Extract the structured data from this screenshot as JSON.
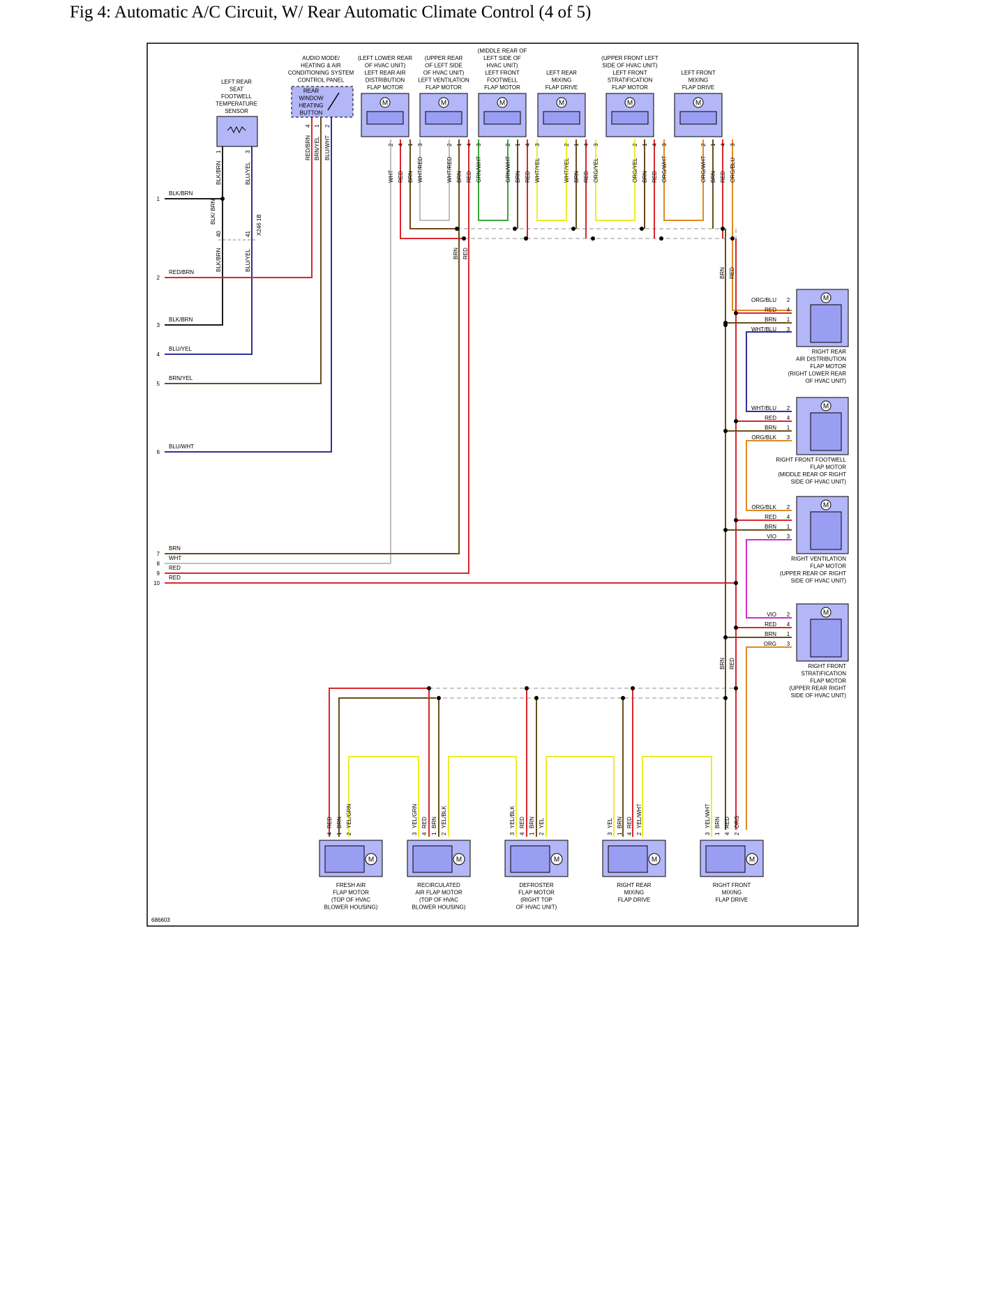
{
  "title": "Fig 4: Automatic A/C Circuit, W/ Rear Automatic Climate Control (4 of 5)",
  "figure_id": "686603",
  "connector": {
    "label": "X246 1B",
    "pins": [
      "40",
      "41"
    ]
  },
  "colors": {
    "RED": "#d8262b",
    "BRN": "#6b4c1a",
    "WHT": "#bdbdbd",
    "YEL": "#eded2a",
    "BLU": "#2f2f9a",
    "GRN": "#3aa63a",
    "ORG": "#e08a1e",
    "VIO": "#d12ccd",
    "BLK": "#1a1a1a",
    "GRY": "#999999",
    "component_fill": "#b3b6f7",
    "motor_fill": "#9a9ef2"
  },
  "components": {
    "temp_sensor": {
      "lines": [
        "LEFT REAR",
        "SEAT",
        "FOOTWELL",
        "TEMPERATURE",
        "SENSOR"
      ]
    },
    "control_panel": {
      "lines": [
        "AUDIO MODE/",
        "HEATING & AIR",
        "CONDITIONING SYSTEM",
        "CONTROL PANEL"
      ],
      "button_lines": [
        "REAR",
        "WINDOW",
        "HEATING",
        "BUTTON"
      ]
    },
    "top_motors": [
      {
        "lines": [
          "(LEFT LOWER REAR",
          "OF HVAC UNIT)",
          "LEFT REAR AIR",
          "DISTRIBUTION",
          "FLAP MOTOR"
        ],
        "pins": [
          "2",
          "4",
          "1",
          "3"
        ],
        "wires": [
          "WHT",
          "RED",
          "BRN",
          "WHT/RED"
        ]
      },
      {
        "lines": [
          "(UPPER REAR",
          "OF LEFT SIDE",
          "OF HVAC UNIT)",
          "LEFT VENTILATION",
          "FLAP MOTOR"
        ],
        "pins": [
          "2",
          "1",
          "4",
          "3"
        ],
        "wires": [
          "WHT/RED",
          "BRN",
          "RED",
          "GRN/WHT"
        ]
      },
      {
        "lines": [
          "(MIDDLE REAR OF",
          "LEFT SIDE OF",
          "HVAC UNIT)",
          "LEFT FRONT",
          "FOOTWELL",
          "FLAP MOTOR"
        ],
        "pins": [
          "2",
          "1",
          "4",
          "3"
        ],
        "wires": [
          "GRN/WHT",
          "BRN",
          "RED",
          "WHT/YEL"
        ]
      },
      {
        "lines": [
          "LEFT REAR",
          "MIXING",
          "FLAP DRIVE"
        ],
        "pins": [
          "2",
          "1",
          "4",
          "3"
        ],
        "wires": [
          "WHT/YEL",
          "BRN",
          "RED",
          "ORG/YEL"
        ]
      },
      {
        "lines": [
          "(UPPER FRONT LEFT",
          "SIDE OF HVAC UNIT)",
          "LEFT FRONT",
          "STRATIFICATION",
          "FLAP MOTOR"
        ],
        "pins": [
          "2",
          "1",
          "4",
          "3"
        ],
        "wires": [
          "ORG/YEL",
          "BRN",
          "RED",
          "ORG/WHT"
        ]
      },
      {
        "lines": [
          "LEFT FRONT",
          "MIXING",
          "FLAP DRIVE"
        ],
        "pins": [
          "2",
          "1",
          "4",
          "3"
        ],
        "wires": [
          "ORG/WHT",
          "BRN",
          "RED",
          "ORG/BLU"
        ]
      }
    ],
    "right_motors": [
      {
        "lines": [
          "RIGHT REAR",
          "AIR DISTRIBUTION",
          "FLAP MOTOR",
          "(RIGHT LOWER REAR",
          "OF HVAC UNIT)"
        ],
        "pins": [
          "2",
          "4",
          "1",
          "3"
        ],
        "wires": [
          "ORG/BLU",
          "RED",
          "BRN",
          "WHT/BLU"
        ]
      },
      {
        "lines": [
          "RIGHT FRONT FOOTWELL",
          "FLAP MOTOR",
          "(MIDDLE REAR OF RIGHT",
          "SIDE OF HVAC UNIT)"
        ],
        "pins": [
          "2",
          "4",
          "1",
          "3"
        ],
        "wires": [
          "WHT/BLU",
          "RED",
          "BRN",
          "ORG/BLK"
        ]
      },
      {
        "lines": [
          "RIGHT VENTILATION",
          "FLAP MOTOR",
          "(UPPER REAR OF RIGHT",
          "SIDE OF HVAC UNIT)"
        ],
        "pins": [
          "2",
          "4",
          "1",
          "3"
        ],
        "wires": [
          "ORG/BLK",
          "RED",
          "BRN",
          "VIO"
        ]
      },
      {
        "lines": [
          "RIGHT FRONT",
          "STRATIFICATION",
          "FLAP MOTOR",
          "(UPPER REAR RIGHT",
          "SIDE OF HVAC UNIT)"
        ],
        "pins": [
          "2",
          "4",
          "1",
          "3"
        ],
        "wires": [
          "VIO",
          "RED",
          "BRN",
          "ORG"
        ]
      }
    ],
    "bottom_motors": [
      {
        "lines": [
          "FRESH AIR",
          "FLAP MOTOR",
          "(TOP OF HVAC",
          "BLOWER HOUSING)"
        ],
        "pins": [
          "4",
          "1",
          "2"
        ],
        "wires": [
          "RED",
          "BRN",
          "YEL/GRN"
        ]
      },
      {
        "lines": [
          "RECIRCULATED",
          "AIR FLAP MOTOR",
          "(TOP OF HVAC",
          "BLOWER HOUSING)"
        ],
        "pins": [
          "3",
          "4",
          "1",
          "2"
        ],
        "wires": [
          "YEL/GRN",
          "RED",
          "BRN",
          "YEL/BLK"
        ]
      },
      {
        "lines": [
          "DEFROSTER",
          "FLAP MOTOR",
          "(RIGHT TOP",
          "OF HVAC UNIT)"
        ],
        "pins": [
          "3",
          "4",
          "1",
          "2"
        ],
        "wires": [
          "YEL/BLK",
          "RED",
          "BRN",
          "YEL"
        ]
      },
      {
        "lines": [
          "RIGHT REAR",
          "MIXING",
          "FLAP DRIVE"
        ],
        "pins": [
          "3",
          "1",
          "4",
          "2"
        ],
        "wires": [
          "YEL",
          "BRN",
          "RED",
          "YEL/WHT"
        ]
      },
      {
        "lines": [
          "RIGHT FRONT",
          "MIXING",
          "FLAP DRIVE"
        ],
        "pins": [
          "3",
          "1",
          "4",
          "2"
        ],
        "wires": [
          "YEL/WHT",
          "BRN",
          "RED",
          "ORG"
        ]
      }
    ]
  },
  "sensor_wires": {
    "left": {
      "pin": "1",
      "color": "BLK/BRN"
    },
    "right": {
      "pin": "3",
      "color": "BLU/YEL"
    },
    "splice_label": "BLK/BRN",
    "splice_label_2": "BLK/ BRN",
    "connector_left": "BLK/BRN",
    "connector_right": "BLU/YEL"
  },
  "panel_wires": [
    {
      "pin": "4",
      "color": "RED/BRN"
    },
    {
      "pin": "1",
      "color": "BRN/YEL"
    },
    {
      "pin": "2",
      "color": "BLU/WHT"
    }
  ],
  "bus_labels": {
    "top_brn": "BRN",
    "top_red": "RED",
    "mid_brn": "BRN",
    "mid_red": "RED",
    "low_brn": "BRN",
    "low_red": "RED"
  },
  "left_edge_wires": [
    {
      "num": "1",
      "color": "BLK/BRN"
    },
    {
      "num": "2",
      "color": "RED/BRN"
    },
    {
      "num": "3",
      "color": "BLK/BRN"
    },
    {
      "num": "4",
      "color": "BLU/YEL"
    },
    {
      "num": "5",
      "color": "BRN/YEL"
    },
    {
      "num": "6",
      "color": "BLU/WHT"
    },
    {
      "num": "7",
      "color": "BRN"
    },
    {
      "num": "8",
      "color": "WHT"
    },
    {
      "num": "9",
      "color": "RED"
    },
    {
      "num": "10",
      "color": "RED"
    }
  ]
}
